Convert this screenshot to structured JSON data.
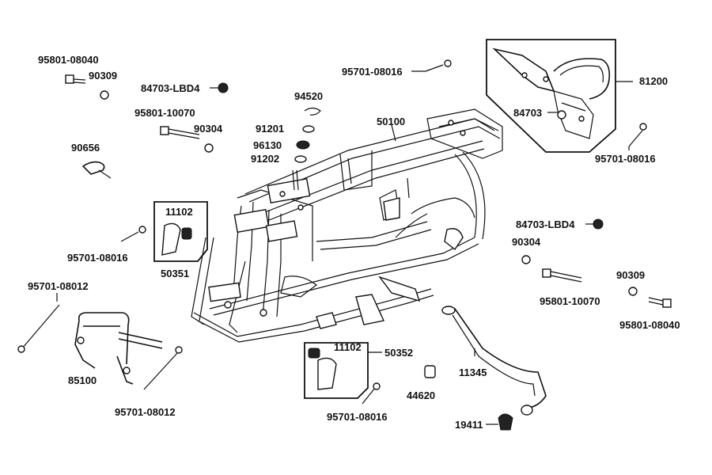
{
  "labels": {
    "p95801_08040_left": "95801-08040",
    "p90309_left": "90309",
    "p84703_lbd4_top": "84703-LBD4",
    "p95801_10070_left": "95801-10070",
    "p90304_left": "90304",
    "p90656": "90656",
    "p95701_08016_top": "95701-08016",
    "p94520": "94520",
    "p91201": "91201",
    "p96130": "96130",
    "p91202": "91202",
    "p50100": "50100",
    "p81200": "81200",
    "p84703_right": "84703",
    "p95701_08016_right": "95701-08016",
    "p11102_left": "11102",
    "p50351": "50351",
    "p95701_08016_left": "95701-08016",
    "p95701_08012_left": "95701-08012",
    "p85100": "85100",
    "p95701_08012_bottom": "95701-08012",
    "p11102_mid": "11102",
    "p50352": "50352",
    "p95701_08016_bottom": "95701-08016",
    "p44620": "44620",
    "p11345": "11345",
    "p19411": "19411",
    "p84703_lbd4_right": "84703-LBD4",
    "p90304_right": "90304",
    "p95801_10070_right": "95801-10070",
    "p90309_right": "90309",
    "p95801_08040_right": "95801-08040"
  }
}
